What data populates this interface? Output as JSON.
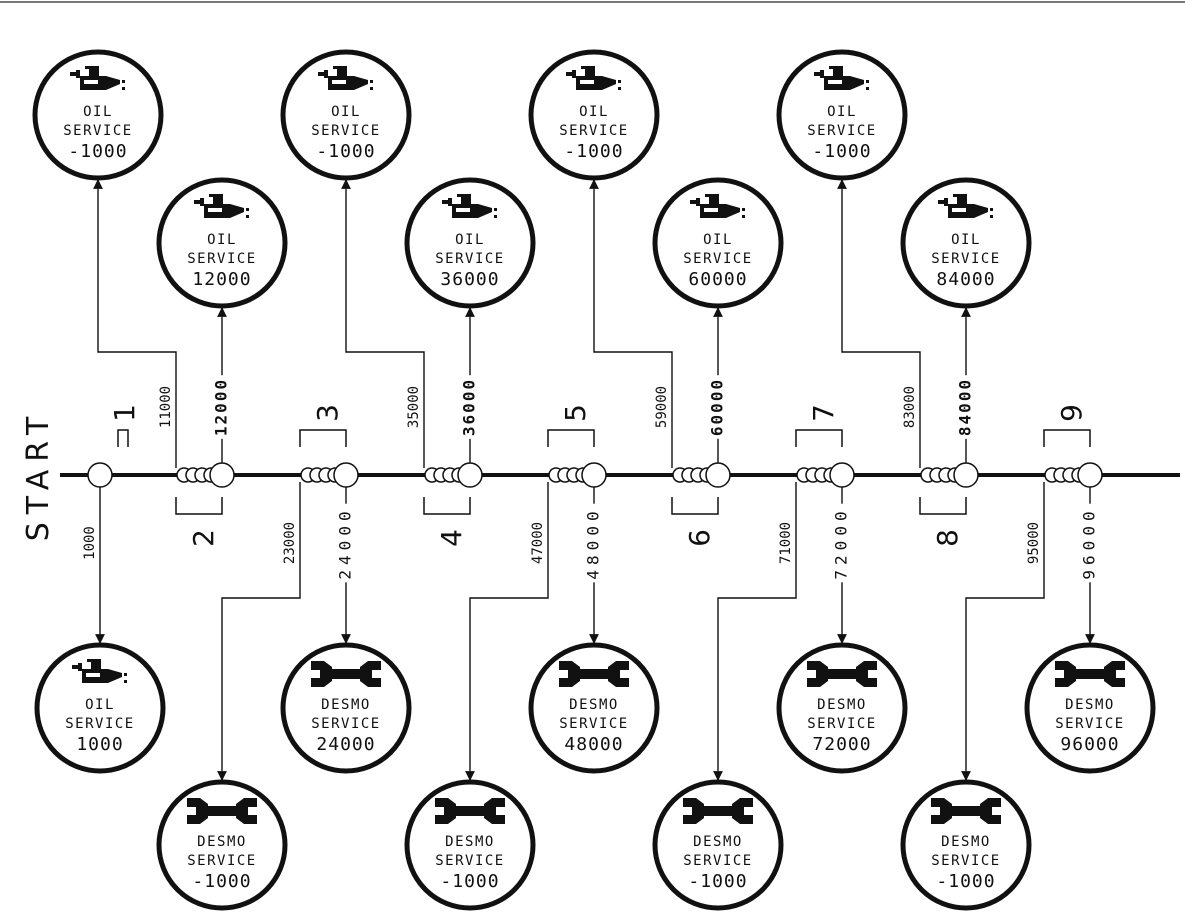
{
  "start_label": "START",
  "colors": {
    "ink": "#111111",
    "background": "#ffffff"
  },
  "stages": [
    {
      "number": "1",
      "anchor": 1,
      "bracket": "above"
    },
    {
      "number": "2",
      "anchor": 2,
      "bracket": "below"
    },
    {
      "number": "3",
      "anchor": 3,
      "bracket": "above"
    },
    {
      "number": "4",
      "anchor": 4,
      "bracket": "below"
    },
    {
      "number": "5",
      "anchor": 5,
      "bracket": "above"
    },
    {
      "number": "6",
      "anchor": 6,
      "bracket": "below"
    },
    {
      "number": "7",
      "anchor": 7,
      "bracket": "above"
    },
    {
      "number": "8",
      "anchor": 8,
      "bracket": "below"
    },
    {
      "number": "9",
      "anchor": 9,
      "bracket": "above"
    }
  ],
  "services": [
    {
      "kind": "oil",
      "icon": "oil-can-icon",
      "title": "OIL",
      "subtitle": "SERVICE",
      "value": "1000",
      "anchor": 1,
      "side": "down",
      "row": "near",
      "label": "1000",
      "label_style": "light"
    },
    {
      "kind": "oil",
      "icon": "oil-can-icon",
      "title": "OIL",
      "subtitle": "SERVICE",
      "value": "-1000",
      "anchor": 2,
      "side": "up",
      "row": "far",
      "label": "11000",
      "label_style": "light"
    },
    {
      "kind": "oil",
      "icon": "oil-can-icon",
      "title": "OIL",
      "subtitle": "SERVICE",
      "value": "12000",
      "anchor": 2,
      "side": "up",
      "row": "near",
      "label": "12000",
      "label_style": "bold"
    },
    {
      "kind": "desmo",
      "icon": "wrench-icon",
      "title": "DESMO",
      "subtitle": "SERVICE",
      "value": "-1000",
      "anchor": 3,
      "side": "down",
      "row": "far",
      "label": "23000",
      "label_style": "light"
    },
    {
      "kind": "desmo",
      "icon": "wrench-icon",
      "title": "DESMO",
      "subtitle": "SERVICE",
      "value": "24000",
      "anchor": 3,
      "side": "down",
      "row": "near",
      "label": "24000",
      "label_style": "spaced"
    },
    {
      "kind": "oil",
      "icon": "oil-can-icon",
      "title": "OIL",
      "subtitle": "SERVICE",
      "value": "-1000",
      "anchor": 4,
      "side": "up",
      "row": "far",
      "label": "35000",
      "label_style": "light"
    },
    {
      "kind": "oil",
      "icon": "oil-can-icon",
      "title": "OIL",
      "subtitle": "SERVICE",
      "value": "36000",
      "anchor": 4,
      "side": "up",
      "row": "near",
      "label": "36000",
      "label_style": "bold"
    },
    {
      "kind": "desmo",
      "icon": "wrench-icon",
      "title": "DESMO",
      "subtitle": "SERVICE",
      "value": "-1000",
      "anchor": 5,
      "side": "down",
      "row": "far",
      "label": "47000",
      "label_style": "light"
    },
    {
      "kind": "desmo",
      "icon": "wrench-icon",
      "title": "DESMO",
      "subtitle": "SERVICE",
      "value": "48000",
      "anchor": 5,
      "side": "down",
      "row": "near",
      "label": "48000",
      "label_style": "spaced"
    },
    {
      "kind": "oil",
      "icon": "oil-can-icon",
      "title": "OIL",
      "subtitle": "SERVICE",
      "value": "-1000",
      "anchor": 6,
      "side": "up",
      "row": "far",
      "label": "59000",
      "label_style": "light"
    },
    {
      "kind": "oil",
      "icon": "oil-can-icon",
      "title": "OIL",
      "subtitle": "SERVICE",
      "value": "60000",
      "anchor": 6,
      "side": "up",
      "row": "near",
      "label": "60000",
      "label_style": "bold"
    },
    {
      "kind": "desmo",
      "icon": "wrench-icon",
      "title": "DESMO",
      "subtitle": "SERVICE",
      "value": "-1000",
      "anchor": 7,
      "side": "down",
      "row": "far",
      "label": "71000",
      "label_style": "light"
    },
    {
      "kind": "desmo",
      "icon": "wrench-icon",
      "title": "DESMO",
      "subtitle": "SERVICE",
      "value": "72000",
      "anchor": 7,
      "side": "down",
      "row": "near",
      "label": "72000",
      "label_style": "spaced"
    },
    {
      "kind": "oil",
      "icon": "oil-can-icon",
      "title": "OIL",
      "subtitle": "SERVICE",
      "value": "-1000",
      "anchor": 8,
      "side": "up",
      "row": "far",
      "label": "83000",
      "label_style": "light"
    },
    {
      "kind": "oil",
      "icon": "oil-can-icon",
      "title": "OIL",
      "subtitle": "SERVICE",
      "value": "84000",
      "anchor": 8,
      "side": "up",
      "row": "near",
      "label": "84000",
      "label_style": "bold"
    },
    {
      "kind": "desmo",
      "icon": "wrench-icon",
      "title": "DESMO",
      "subtitle": "SERVICE",
      "value": "-1000",
      "anchor": 9,
      "side": "down",
      "row": "far",
      "label": "95000",
      "label_style": "light"
    },
    {
      "kind": "desmo",
      "icon": "wrench-icon",
      "title": "DESMO",
      "subtitle": "SERVICE",
      "value": "96000",
      "anchor": 9,
      "side": "down",
      "row": "near",
      "label": "96000",
      "label_style": "spaced"
    }
  ]
}
